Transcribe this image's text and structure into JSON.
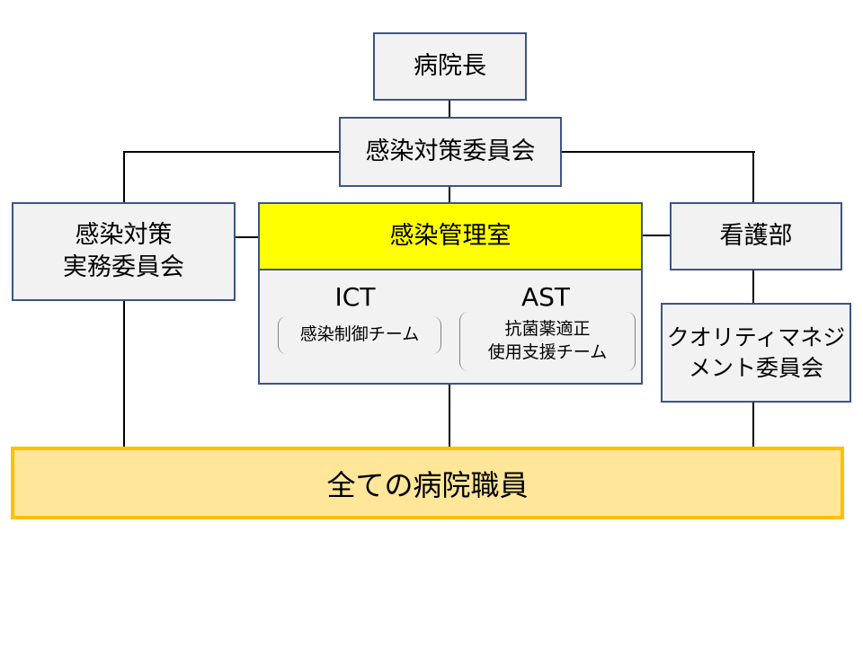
{
  "director": "病院長",
  "committee": "感染対策委員会",
  "practical_committee": {
    "line1": "感染対策",
    "line2": "実務委員会"
  },
  "infection_office": {
    "title": "感染管理室",
    "ict": {
      "title": "ICT",
      "desc": "感染制御チーム"
    },
    "ast": {
      "title": "AST",
      "desc_line1": "抗菌薬適正",
      "desc_line2": "使用支援チーム"
    }
  },
  "nursing": "看護部",
  "quality_committee": {
    "line1": "クオリティマネジ",
    "line2": "メント委員会"
  },
  "all_staff": "全ての病院職員",
  "colors": {
    "box_fill": "#f2f2f2",
    "box_border": "#3b5488",
    "office_header": "#ffff00",
    "staff_fill": "#ffe699",
    "staff_border": "#ffc000"
  }
}
